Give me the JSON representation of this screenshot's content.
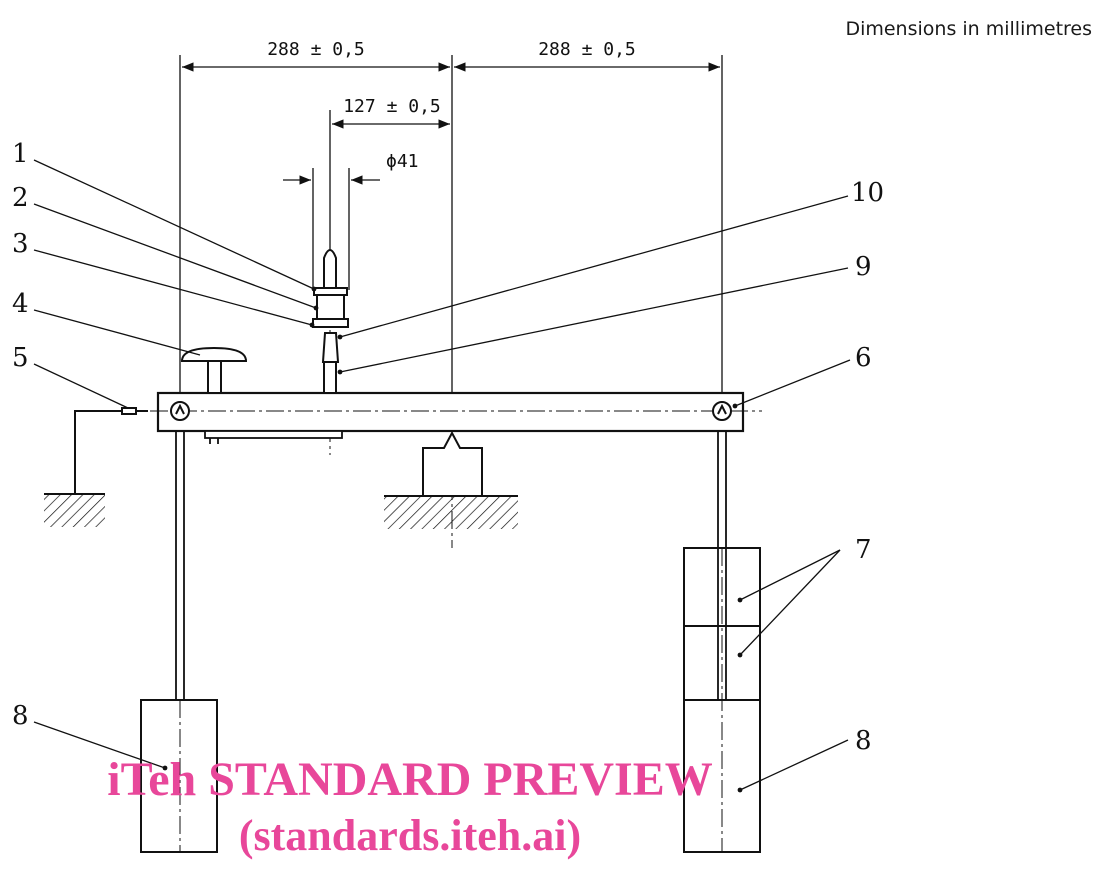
{
  "header": {
    "units_note": "Dimensions in millimetres"
  },
  "dimensions": {
    "left_span": "288 ± 0,5",
    "right_span": "288 ± 0,5",
    "offset": "127 ± 0,5",
    "diameter": "ϕ41"
  },
  "keys": [
    "1",
    "2",
    "3",
    "4",
    "5",
    "6",
    "7",
    "8",
    "8",
    "9",
    "10"
  ],
  "watermark": {
    "line1": "iTeh STANDARD PREVIEW",
    "line2": "(standards.iteh.ai)"
  },
  "colors": {
    "line": "#111111",
    "watermark": "#e8479a"
  }
}
